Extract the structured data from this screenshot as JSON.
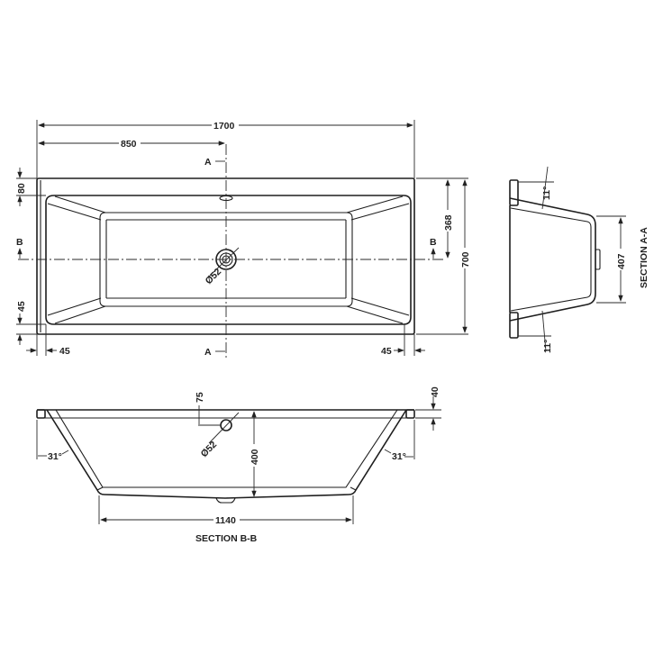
{
  "drawing": {
    "type": "bath technical drawing",
    "plan_view": {
      "overall_length": "1700",
      "half_length": "850",
      "overall_width": "700",
      "rim_top": "80",
      "rim_bottom": "45",
      "rim_left": "45",
      "rim_right": "45",
      "waste_offset": "368",
      "waste_diameter": "Ø52",
      "section_marks": {
        "a_top": "A",
        "a_bottom": "A",
        "b_left": "B",
        "b_right": "B"
      }
    },
    "section_a_a": {
      "title": "SECTION A-A",
      "angle_top": "11°",
      "angle_bottom": "11°",
      "base_width": "407"
    },
    "section_b_b": {
      "title": "SECTION B-B",
      "overflow_height": "75",
      "overflow_diameter": "Ø52",
      "depth": "400",
      "rim_thickness": "40",
      "angle_left": "31°",
      "angle_right": "31°",
      "base_length": "1140"
    }
  }
}
